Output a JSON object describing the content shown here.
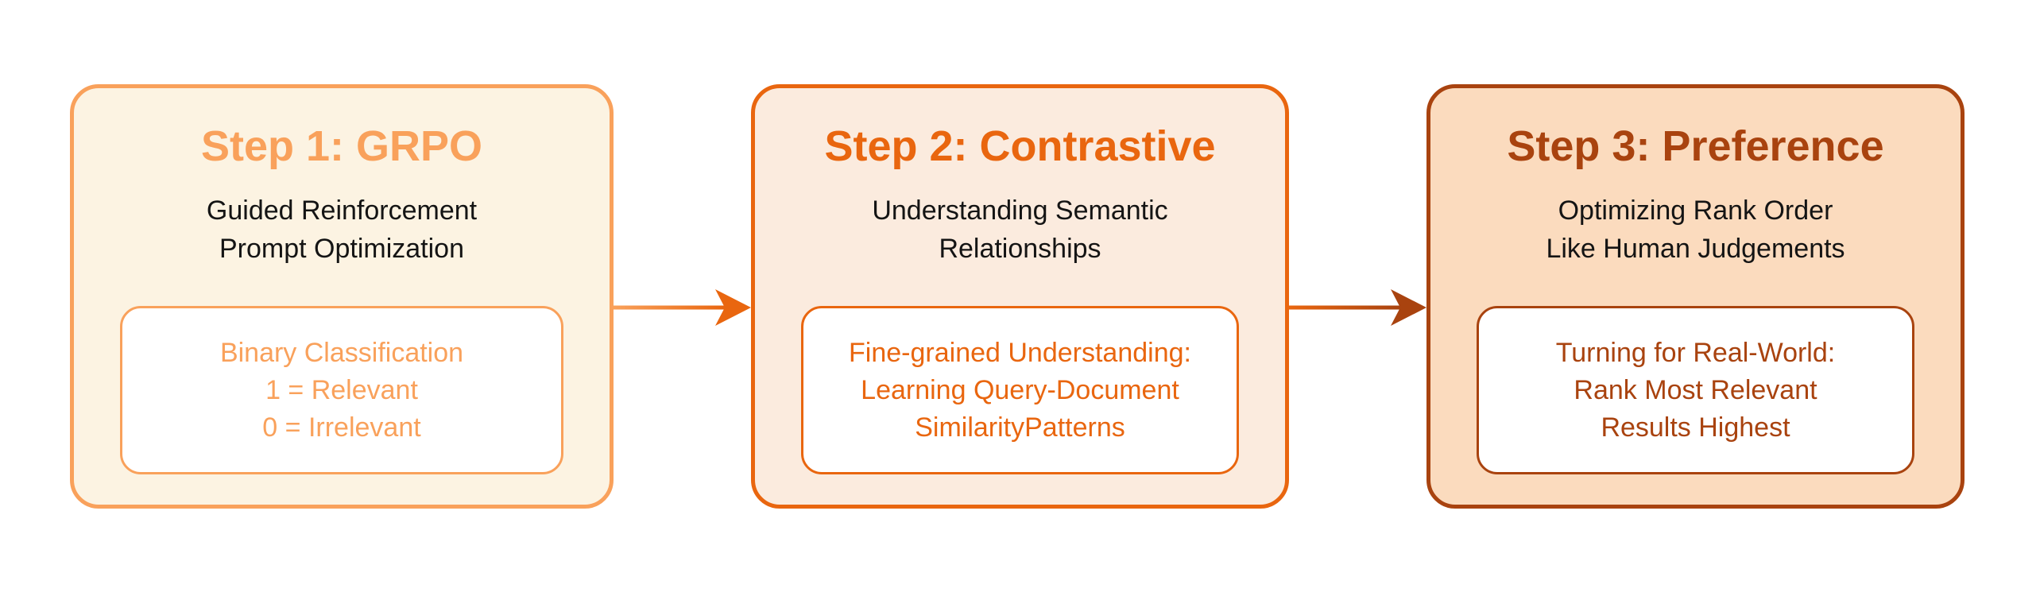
{
  "diagram": {
    "text_color": "#141414",
    "card_background": "#FFFFFF",
    "page_background": "#FFFFFF",
    "steps": [
      {
        "title": "Step 1: GRPO",
        "subtitle": "Guided Reinforcement\nPrompt Optimization",
        "card": "Binary Classification\n1 = Relevant\n0 = Irrelevant",
        "accent": "#F9A15B",
        "fill": "#FCF3E2"
      },
      {
        "title": "Step 2: Contrastive",
        "subtitle": "Understanding Semantic\nRelationships",
        "card": "Fine-grained Understanding:\nLearning Query-Document\nSimilarityPatterns",
        "accent": "#E9660F",
        "fill": "#FBEBDE"
      },
      {
        "title": "Step 3: Preference",
        "subtitle": "Optimizing Rank Order\nLike Human Judgements",
        "card": "Turning for Real-World:\nRank Most Relevant\nResults Highest",
        "accent": "#A9430F",
        "fill": "#FBDBBE"
      }
    ],
    "arrows": [
      {
        "from": "#F9A15B",
        "to": "#E9660F"
      },
      {
        "from": "#E9660F",
        "to": "#A9430F"
      }
    ]
  }
}
